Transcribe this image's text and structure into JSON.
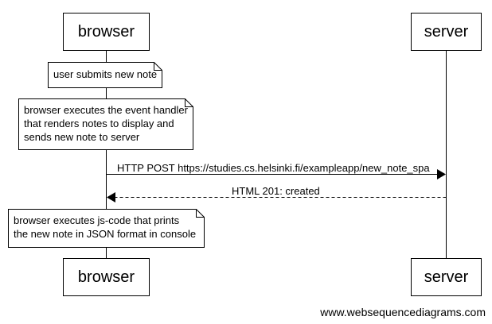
{
  "actors": {
    "browser": "browser",
    "server": "server"
  },
  "notes": [
    {
      "text": "user submits new note"
    },
    {
      "lines": [
        "browser executes the event handler",
        "that renders notes to display and",
        "sends new note to server"
      ]
    },
    {
      "lines": [
        "browser executes js-code that prints",
        "the new note in JSON format in console"
      ]
    }
  ],
  "messages": [
    {
      "from": "browser",
      "to": "server",
      "label": "HTTP POST https://studies.cs.helsinki.fi/exampleapp/new_note_spa",
      "style": "solid"
    },
    {
      "from": "server",
      "to": "browser",
      "label": "HTML 201: created",
      "style": "dashed"
    }
  ],
  "watermark": "www.websequencediagrams.com"
}
